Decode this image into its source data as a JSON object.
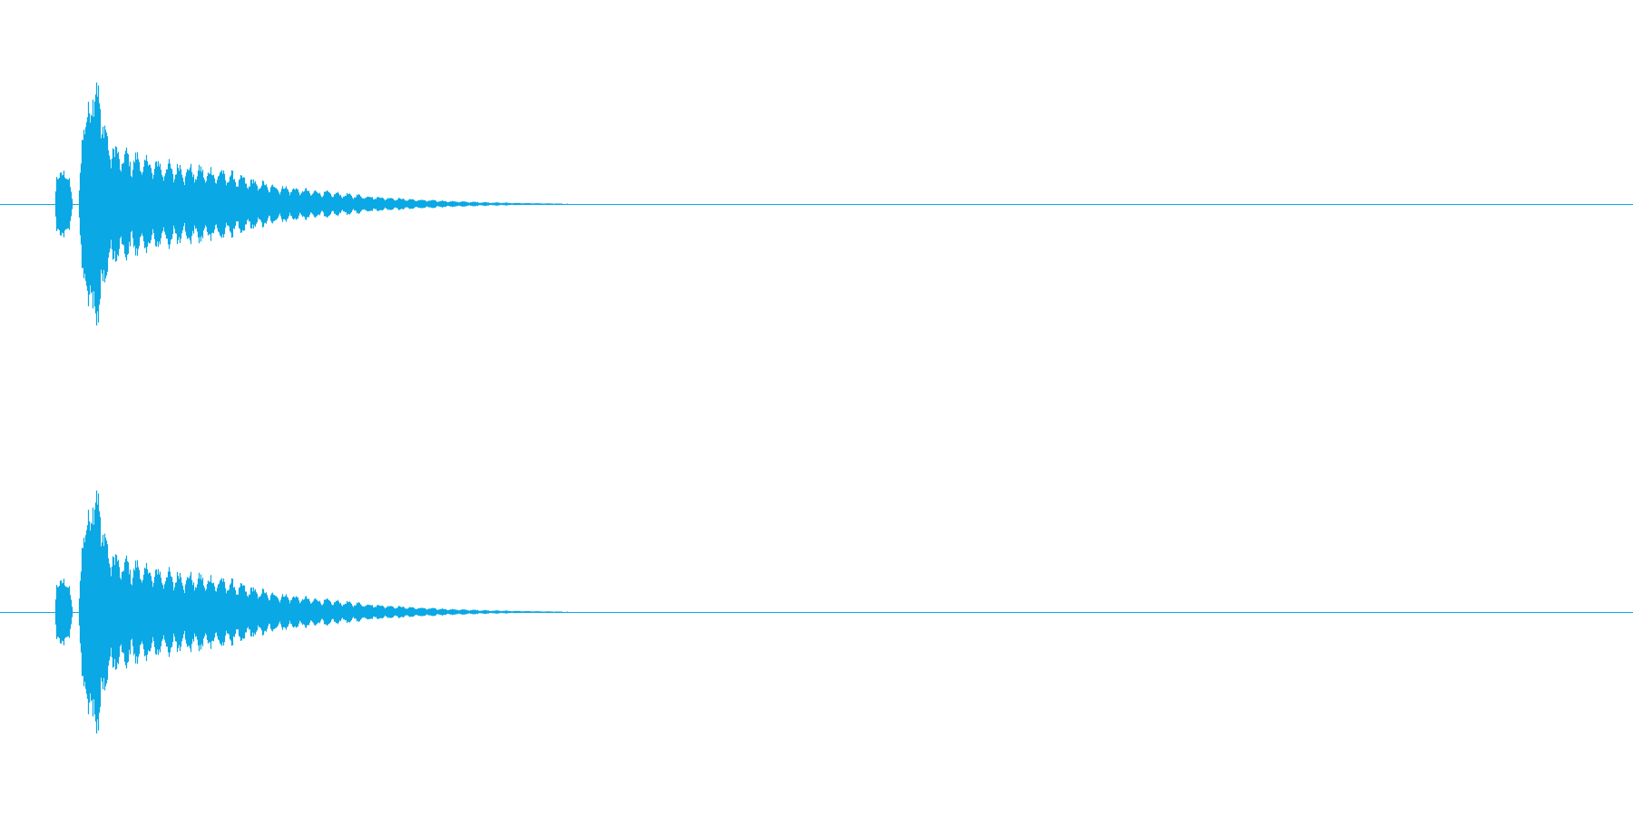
{
  "waveform": {
    "color": "#0aa8e4",
    "background": "#ffffff",
    "channels": [
      {
        "name": "channel-1"
      },
      {
        "name": "channel-2"
      }
    ],
    "envelope": {
      "gap": [
        0.068,
        0.079
      ],
      "fade_end": 0.58,
      "points": [
        [
          0.0,
          0.0
        ],
        [
          0.02,
          0.0
        ],
        [
          0.022,
          0.2
        ],
        [
          0.03,
          0.24
        ],
        [
          0.036,
          0.18
        ],
        [
          0.04,
          0.0
        ],
        [
          0.046,
          0.0
        ],
        [
          0.05,
          0.48
        ],
        [
          0.056,
          0.7
        ],
        [
          0.063,
          0.8
        ],
        [
          0.066,
          0.98
        ],
        [
          0.071,
          0.68
        ],
        [
          0.078,
          0.56
        ],
        [
          0.086,
          0.44
        ],
        [
          0.1,
          0.4
        ],
        [
          0.12,
          0.36
        ],
        [
          0.14,
          0.32
        ],
        [
          0.16,
          0.3
        ],
        [
          0.18,
          0.28
        ],
        [
          0.205,
          0.26
        ],
        [
          0.23,
          0.2
        ],
        [
          0.26,
          0.15
        ],
        [
          0.3,
          0.11
        ],
        [
          0.34,
          0.08
        ],
        [
          0.38,
          0.055
        ],
        [
          0.42,
          0.035
        ],
        [
          0.46,
          0.022
        ],
        [
          0.5,
          0.013
        ],
        [
          0.54,
          0.007
        ],
        [
          0.58,
          0.003
        ],
        [
          0.6,
          0.0
        ]
      ]
    }
  }
}
